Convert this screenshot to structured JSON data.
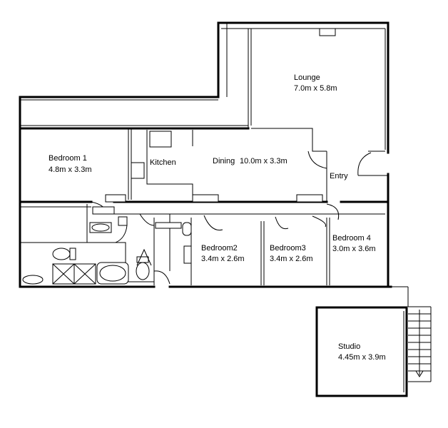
{
  "rooms": {
    "lounge": {
      "name": "Lounge",
      "size": "7.0m x 5.8m"
    },
    "bedroom1": {
      "name": "Bedroom 1",
      "size": "4.8m x 3.3m"
    },
    "kitchen": {
      "name": "Kitchen"
    },
    "dining": {
      "name": "Dining",
      "size": "10.0m x 3.3m"
    },
    "entry": {
      "name": "Entry"
    },
    "bedroom2": {
      "name": "Bedroom2",
      "size": "3.4m x 2.6m"
    },
    "bedroom3": {
      "name": "Bedroom3",
      "size": "3.4m x 2.6m"
    },
    "bedroom4": {
      "name": "Bedroom 4",
      "size": "3.0m x 3.6m"
    },
    "studio": {
      "name": "Studio",
      "size": "4.45m x 3.9m"
    }
  }
}
